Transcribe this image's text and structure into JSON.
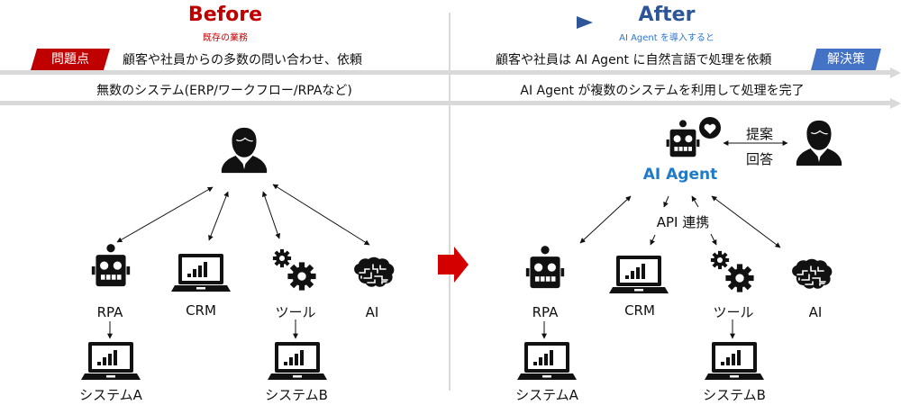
{
  "before": {
    "title": "Before",
    "subtitle": "既存の業務",
    "problem_tag": "問題点",
    "row1": "顧客や社員からの多数の問い合わせ、依頼",
    "row2": "無数のシステム(ERP/ワークフロー/RPAなど)",
    "user_icon": "user-icon",
    "systems": [
      {
        "label": "RPA",
        "icon": "robot-icon"
      },
      {
        "label": "CRM",
        "icon": "laptop-chart-icon"
      },
      {
        "label": "ツール",
        "icon": "gears-icon"
      },
      {
        "label": "AI",
        "icon": "brain-icon"
      }
    ],
    "subsystems": [
      {
        "label": "システムA",
        "icon": "laptop-chart-icon",
        "parent": "RPA"
      },
      {
        "label": "システムB",
        "icon": "laptop-chart-icon",
        "parent": "ツール"
      }
    ]
  },
  "after": {
    "title": "After",
    "subtitle": "AI Agent を導入すると",
    "solution_tag": "解決策",
    "row1": "顧客や社員は AI Agent に自然言語で処理を依頼",
    "row2": "AI Agent が複数のシステムを利用して処理を完了",
    "agent_label": "AI Agent",
    "agent_icon": "robot-chat-icon",
    "exchange_label_top": "提案",
    "exchange_label_bottom": "回答",
    "api_label": "API 連携",
    "systems": [
      {
        "label": "RPA",
        "icon": "robot-icon"
      },
      {
        "label": "CRM",
        "icon": "laptop-chart-icon"
      },
      {
        "label": "ツール",
        "icon": "gears-icon"
      },
      {
        "label": "AI",
        "icon": "brain-icon"
      }
    ],
    "subsystems": [
      {
        "label": "システムA",
        "icon": "laptop-chart-icon",
        "parent": "RPA"
      },
      {
        "label": "システムB",
        "icon": "laptop-chart-icon",
        "parent": "ツール"
      }
    ]
  },
  "colors": {
    "before_accent": "#c00000",
    "after_accent": "#2e5597",
    "agent_blue": "#1f7ac8",
    "solution_blue": "#4472c4",
    "transition_arrow": "#d40000",
    "band_gray": "#d9d9d9"
  }
}
